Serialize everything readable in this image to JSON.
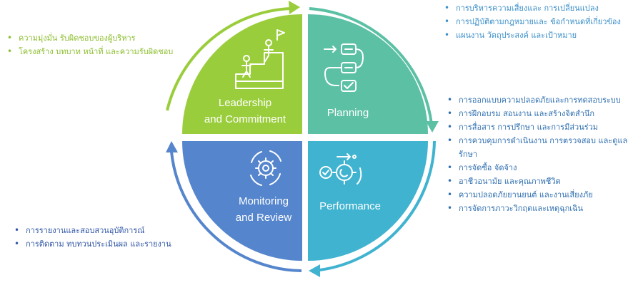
{
  "quadrants": {
    "leadership": {
      "line1": "Leadership",
      "line2": "and Commitment",
      "icon": "people-climbing-stairs-icon",
      "color": "#9acd3c"
    },
    "planning": {
      "label": "Planning",
      "icon": "checklist-flow-icon",
      "color": "#5bc0a4"
    },
    "monitoring": {
      "line1": "Monitoring",
      "line2": "and Review",
      "icon": "gear-cycle-icon",
      "color": "#5585cc"
    },
    "performance": {
      "label": "Performance",
      "icon": "gear-process-icon",
      "color": "#3fb3d0"
    }
  },
  "lists": {
    "leadership": [
      "ความมุ่งมั่น รับผิดชอบของผู้บริหาร",
      "โครงสร้าง บทบาท หน้าที่ และความรับผิดชอบ"
    ],
    "planning": [
      "การบริหารความเสี่ยงและ การเปลี่ยนแปลง",
      "การปฏิบัติตามกฎหมายและ ข้อกำหนดที่เกี่ยวข้อง",
      "แผนงาน วัตถุประสงค์ และเป้าหมาย"
    ],
    "performance": [
      "การออกแบบความปลอดภัยและการทดสอบระบบ",
      "การฝึกอบรม สอนงาน และสร้างจิตสำนึก",
      "การสื่อสาร การปรึกษา และการมีส่วนร่วม",
      "การควบคุมการดำเนินงาน การตรวจสอบ และดูแลรักษา",
      "การจัดซื้อ จัดจ้าง",
      "อาชีวอนามัย และคุณภาพชีวิต",
      "ความปลอดภัยยานยนต์ และงานเสี่ยงภัย",
      "การจัดการภาวะวิกฤตและเหตุฉุกเฉิน"
    ],
    "monitoring": [
      "การรายงานและสอบสวนอุบัติการณ์",
      "การติดตาม ทบทวนประเมินผล และรายงาน"
    ]
  }
}
